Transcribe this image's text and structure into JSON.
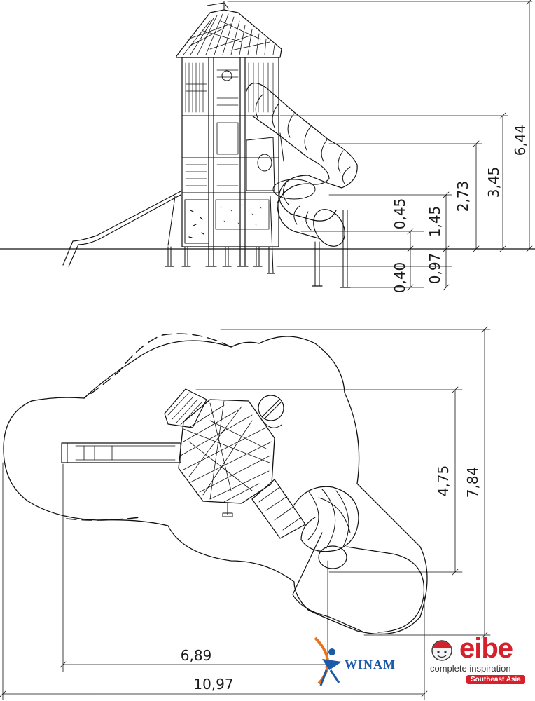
{
  "elevation": {
    "dims": [
      "6,44",
      "3,45",
      "2,73",
      "1,45",
      "0,45",
      "0,97",
      "0,40"
    ]
  },
  "plan": {
    "dims": [
      "4,75",
      "7,84",
      "6,89",
      "10,97"
    ]
  },
  "logos": {
    "winam": "WINAM",
    "eibe_name": "eibe",
    "eibe_tagline": "complete inspiration",
    "eibe_region": "Southeast Asia"
  },
  "colors": {
    "line": "#111111",
    "brand_red": "#d6202b",
    "brand_blue": "#1c5aa8"
  }
}
